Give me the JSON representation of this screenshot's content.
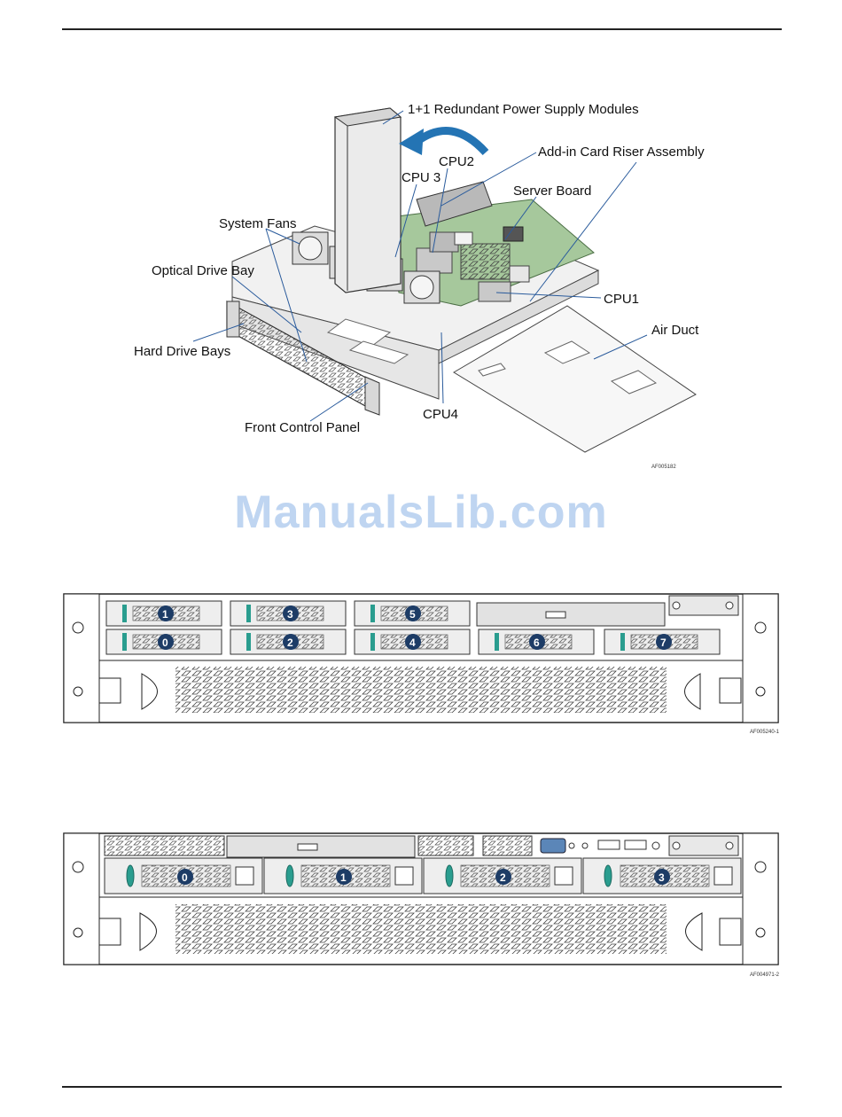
{
  "figure1": {
    "labels": {
      "psu": "1+1 Redundant Power Supply Modules",
      "riser": "Add-in Card Riser Assembly",
      "cpu2": "CPU2",
      "cpu3": "CPU 3",
      "server_board": "Server Board",
      "system_fans": "System Fans",
      "optical": "Optical Drive Bay",
      "cpu1": "CPU1",
      "air_duct": "Air Duct",
      "hdd_bays": "Hard Drive Bays",
      "cpu4": "CPU4",
      "fcp": "Front Control Panel"
    },
    "code": "AF005182"
  },
  "watermark": "ManualsLib.com",
  "figure2": {
    "code": "AF005240-1",
    "bay_numbers": [
      "1",
      "3",
      "5",
      "0",
      "2",
      "4",
      "6",
      "7"
    ]
  },
  "figure3": {
    "code": "AF004971-2",
    "bay_numbers": [
      "0",
      "1",
      "2",
      "3"
    ]
  },
  "colors": {
    "rule": "#222222",
    "bay_badge": "#1d3c66",
    "bay_latch": "#2a9d8f",
    "watermark": "#8cb4e6"
  }
}
